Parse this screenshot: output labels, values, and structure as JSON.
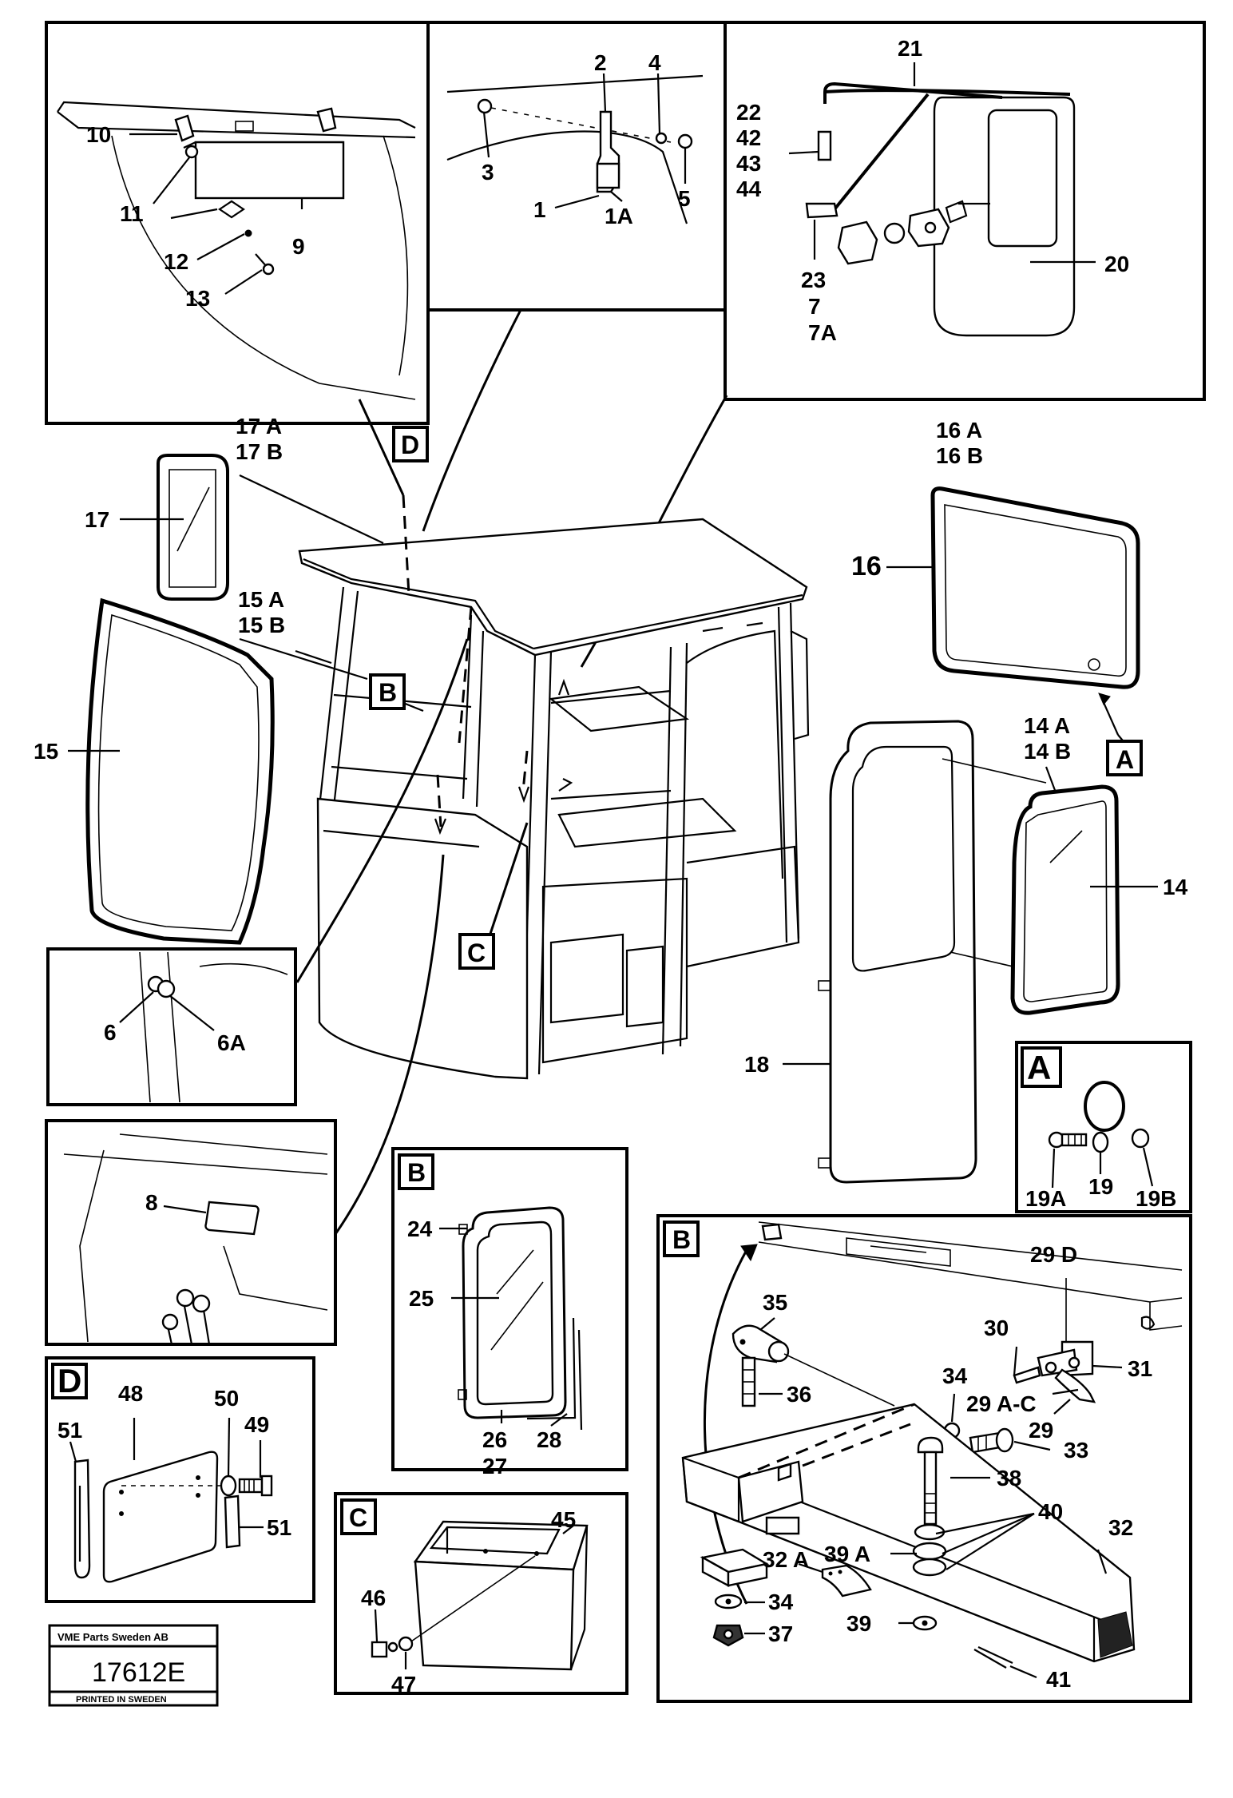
{
  "labels": {
    "p1": "1",
    "p1A": "1A",
    "p2": "2",
    "p3": "3",
    "p4": "4",
    "p5": "5",
    "p6": "6",
    "p6A": "6A",
    "p7": "7",
    "p7A": "7A",
    "p8": "8",
    "p9": "9",
    "p10": "10",
    "p11": "11",
    "p12": "12",
    "p13": "13",
    "p14": "14",
    "p14A": "14 A",
    "p14B": "14 B",
    "p15": "15",
    "p15A": "15 A",
    "p15B": "15 B",
    "p16": "16",
    "p16A": "16 A",
    "p16B": "16 B",
    "p17": "17",
    "p17A": "17 A",
    "p17B": "17 B",
    "p18": "18",
    "p19": "19",
    "p19A": "19A",
    "p19B": "19B",
    "p20": "20",
    "p21": "21",
    "p22": "22",
    "p23": "23",
    "p24": "24",
    "p25": "25",
    "p26": "26",
    "p27": "27",
    "p28": "28",
    "p29": "29",
    "p29AC": "29 A-C",
    "p29D": "29 D",
    "p30": "30",
    "p31": "31",
    "p32": "32",
    "p32A": "32 A",
    "p33": "33",
    "p34a": "34",
    "p34b": "34",
    "p35": "35",
    "p36": "36",
    "p37": "37",
    "p38": "38",
    "p39": "39",
    "p39A": "39 A",
    "p40": "40",
    "p41": "41",
    "p42": "42",
    "p43": "43",
    "p44": "44",
    "p45": "45",
    "p46": "46",
    "p47": "47",
    "p48": "48",
    "p49": "49",
    "p50": "50",
    "p51a": "51",
    "p51b": "51"
  },
  "section_letters": {
    "A_main": "A",
    "A_box": "A",
    "B_main": "B",
    "B_box_small": "B",
    "B_box_large": "B",
    "C_main": "C",
    "C_box": "C",
    "D_main": "D",
    "D_box": "D"
  },
  "footer": {
    "company": "VME Parts Sweden AB",
    "code": "17612E",
    "printed": "PRINTED IN SWEDEN"
  }
}
